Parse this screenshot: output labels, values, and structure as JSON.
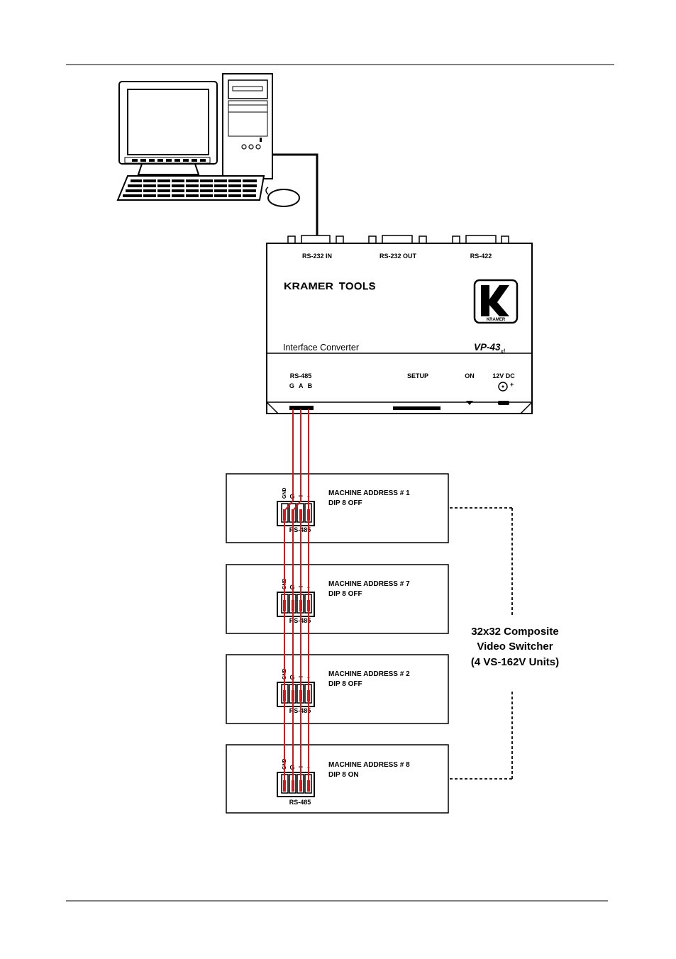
{
  "converter": {
    "ports_top": [
      "RS-232 IN",
      "RS-232 OUT",
      "RS-422"
    ],
    "brand": "KRAMER",
    "tools": "TOOLS",
    "logo_text": "KRAMER",
    "product_name": "Interface Converter",
    "model": "VP-43",
    "model_suffix": "xl",
    "rs485_label": "RS-485",
    "rs485_pins": "G A B",
    "setup_label": "SETUP",
    "on_label": "ON",
    "power_label": "12V DC"
  },
  "units": [
    {
      "address": "MACHINE ADDRESS # 1",
      "dip": "DIP 8 OFF"
    },
    {
      "address": "MACHINE ADDRESS # 7",
      "dip": "DIP 8 OFF"
    },
    {
      "address": "MACHINE ADDRESS # 2",
      "dip": "DIP 8 OFF"
    },
    {
      "address": "MACHINE ADDRESS # 8",
      "dip": "DIP 8 ON"
    }
  ],
  "unit_connector": {
    "gnd_label": "GND",
    "g_label": "G",
    "plus_label": "+",
    "minus_label": "-",
    "port_label": "RS-485"
  },
  "switcher_label": [
    "32x32 Composite",
    "Video Switcher",
    "(4 VS-162V Units)"
  ],
  "colors": {
    "wire": "#d11b1b",
    "line": "#000000"
  }
}
